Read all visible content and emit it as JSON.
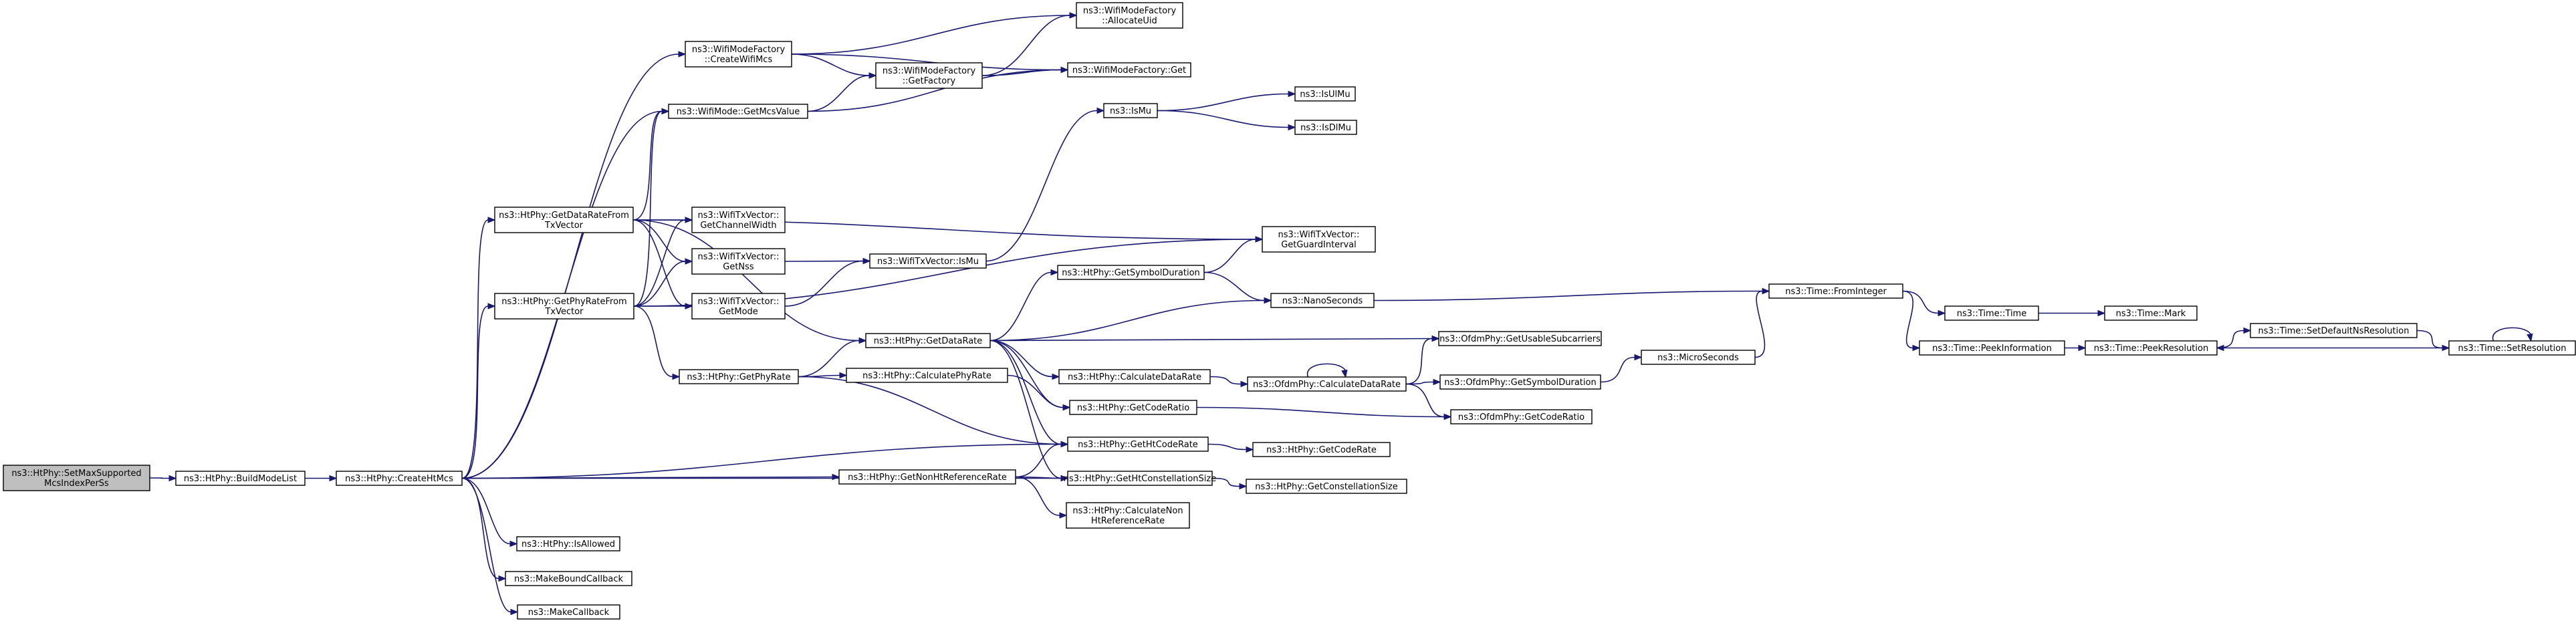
{
  "diagram": {
    "type": "call-graph",
    "colors": {
      "edge": "#191970",
      "node_fill": "#ffffff",
      "root_fill": "#bfbfbf",
      "border": "#000000"
    },
    "nodes": [
      {
        "id": "setmax",
        "root": true,
        "lines": [
          "ns3::HtPhy::SetMaxSupported",
          "McsIndexPerSs"
        ]
      },
      {
        "id": "buildmodelist",
        "lines": [
          "ns3::HtPhy::BuildModeList"
        ]
      },
      {
        "id": "createhtmcs",
        "lines": [
          "ns3::HtPhy::CreateHtMcs"
        ]
      },
      {
        "id": "wmf_createwifimcs",
        "lines": [
          "ns3::WifiModeFactory",
          "::CreateWifiMcs"
        ]
      },
      {
        "id": "wm_getmcsvalue",
        "lines": [
          "ns3::WifiMode::GetMcsValue"
        ]
      },
      {
        "id": "getdataratefromtx",
        "lines": [
          "ns3::HtPhy::GetDataRateFrom",
          "TxVector"
        ]
      },
      {
        "id": "getphyratefromtx",
        "lines": [
          "ns3::HtPhy::GetPhyRateFrom",
          "TxVector"
        ]
      },
      {
        "id": "getphyrate",
        "lines": [
          "ns3::HtPhy::GetPhyRate"
        ]
      },
      {
        "id": "isallowed",
        "lines": [
          "ns3::HtPhy::IsAllowed"
        ]
      },
      {
        "id": "makeboundcallback",
        "lines": [
          "ns3::MakeBoundCallback"
        ]
      },
      {
        "id": "makecallback",
        "lines": [
          "ns3::MakeCallback"
        ]
      },
      {
        "id": "wmf_allocateuid",
        "lines": [
          "ns3::WifiModeFactory",
          "::AllocateUid"
        ]
      },
      {
        "id": "wmf_getfactory",
        "lines": [
          "ns3::WifiModeFactory",
          "::GetFactory"
        ]
      },
      {
        "id": "wmf_get",
        "lines": [
          "ns3::WifiModeFactory::Get"
        ]
      },
      {
        "id": "txv_getchannelwidth",
        "lines": [
          "ns3::WifiTxVector::",
          "GetChannelWidth"
        ]
      },
      {
        "id": "txv_getnss",
        "lines": [
          "ns3::WifiTxVector::",
          "GetNss"
        ]
      },
      {
        "id": "txv_getmode",
        "lines": [
          "ns3::WifiTxVector::",
          "GetMode"
        ]
      },
      {
        "id": "txv_ismu",
        "lines": [
          "ns3::WifiTxVector::IsMu"
        ]
      },
      {
        "id": "ismu",
        "lines": [
          "ns3::IsMu"
        ]
      },
      {
        "id": "isulmu",
        "lines": [
          "ns3::IsUlMu"
        ]
      },
      {
        "id": "isdlmu",
        "lines": [
          "ns3::IsDlMu"
        ]
      },
      {
        "id": "txv_getguardinterval",
        "lines": [
          "ns3::WifiTxVector::",
          "GetGuardInterval"
        ]
      },
      {
        "id": "getsymbolduration",
        "lines": [
          "ns3::HtPhy::GetSymbolDuration"
        ]
      },
      {
        "id": "getdatarate",
        "lines": [
          "ns3::HtPhy::GetDataRate"
        ]
      },
      {
        "id": "calculatephyrate",
        "lines": [
          "ns3::HtPhy::CalculatePhyRate"
        ]
      },
      {
        "id": "getnonhtreferencerate",
        "lines": [
          "ns3::HtPhy::GetNonHtReferenceRate"
        ]
      },
      {
        "id": "nanoseconds",
        "lines": [
          "ns3::NanoSeconds"
        ]
      },
      {
        "id": "calculatedatarate",
        "lines": [
          "ns3::HtPhy::CalculateDataRate"
        ]
      },
      {
        "id": "getcoderatio",
        "lines": [
          "ns3::HtPhy::GetCodeRatio"
        ]
      },
      {
        "id": "gethtcoderate",
        "lines": [
          "ns3::HtPhy::GetHtCodeRate"
        ]
      },
      {
        "id": "gethtconstellationsize",
        "lines": [
          "ns3::HtPhy::GetHtConstellationSize"
        ]
      },
      {
        "id": "calculatenonhtreferencerate",
        "lines": [
          "ns3::HtPhy::CalculateNon",
          "HtReferenceRate"
        ]
      },
      {
        "id": "ofdm_getusablesubcarriers",
        "lines": [
          "ns3::OfdmPhy::GetUsableSubcarriers"
        ]
      },
      {
        "id": "ofdm_calculatedatarate",
        "lines": [
          "ns3::OfdmPhy::CalculateDataRate"
        ]
      },
      {
        "id": "ofdm_getsymbolduration",
        "lines": [
          "ns3::OfdmPhy::GetSymbolDuration"
        ]
      },
      {
        "id": "ofdm_getcoderatio",
        "lines": [
          "ns3::OfdmPhy::GetCodeRatio"
        ]
      },
      {
        "id": "getcoderate",
        "lines": [
          "ns3::HtPhy::GetCodeRate"
        ]
      },
      {
        "id": "getconstellationsize",
        "lines": [
          "ns3::HtPhy::GetConstellationSize"
        ]
      },
      {
        "id": "microseconds",
        "lines": [
          "ns3::MicroSeconds"
        ]
      },
      {
        "id": "time_frominteger",
        "lines": [
          "ns3::Time::FromInteger"
        ]
      },
      {
        "id": "time_time",
        "lines": [
          "ns3::Time::Time"
        ]
      },
      {
        "id": "time_peekinformation",
        "lines": [
          "ns3::Time::PeekInformation"
        ]
      },
      {
        "id": "time_mark",
        "lines": [
          "ns3::Time::Mark"
        ]
      },
      {
        "id": "time_peekresolution",
        "lines": [
          "ns3::Time::PeekResolution"
        ]
      },
      {
        "id": "time_setdefaultnsresolution",
        "lines": [
          "ns3::Time::SetDefaultNsResolution"
        ]
      },
      {
        "id": "time_setresolution",
        "lines": [
          "ns3::Time::SetResolution"
        ]
      }
    ],
    "edges": [
      [
        "setmax",
        "buildmodelist"
      ],
      [
        "buildmodelist",
        "createhtmcs"
      ],
      [
        "createhtmcs",
        "wmf_createwifimcs"
      ],
      [
        "createhtmcs",
        "wm_getmcsvalue"
      ],
      [
        "createhtmcs",
        "getdataratefromtx"
      ],
      [
        "createhtmcs",
        "getphyratefromtx"
      ],
      [
        "createhtmcs",
        "gethtcoderate"
      ],
      [
        "createhtmcs",
        "getnonhtreferencerate"
      ],
      [
        "createhtmcs",
        "gethtconstellationsize"
      ],
      [
        "createhtmcs",
        "isallowed"
      ],
      [
        "createhtmcs",
        "makeboundcallback"
      ],
      [
        "createhtmcs",
        "makecallback"
      ],
      [
        "wmf_createwifimcs",
        "wmf_allocateuid"
      ],
      [
        "wmf_createwifimcs",
        "wmf_getfactory"
      ],
      [
        "wmf_createwifimcs",
        "wmf_get"
      ],
      [
        "wmf_getfactory",
        "wmf_allocateuid"
      ],
      [
        "wmf_getfactory",
        "wmf_get"
      ],
      [
        "wm_getmcsvalue",
        "wmf_getfactory"
      ],
      [
        "wm_getmcsvalue",
        "wmf_get"
      ],
      [
        "getdataratefromtx",
        "wm_getmcsvalue"
      ],
      [
        "getdataratefromtx",
        "txv_getchannelwidth"
      ],
      [
        "getdataratefromtx",
        "txv_getnss"
      ],
      [
        "getdataratefromtx",
        "txv_getmode"
      ],
      [
        "getdataratefromtx",
        "txv_getguardinterval"
      ],
      [
        "getdataratefromtx",
        "getdatarate"
      ],
      [
        "getphyratefromtx",
        "wm_getmcsvalue"
      ],
      [
        "getphyratefromtx",
        "txv_getchannelwidth"
      ],
      [
        "getphyratefromtx",
        "txv_getnss"
      ],
      [
        "getphyratefromtx",
        "txv_getmode"
      ],
      [
        "getphyratefromtx",
        "txv_getguardinterval"
      ],
      [
        "getphyratefromtx",
        "getphyrate"
      ],
      [
        "txv_getnss",
        "txv_ismu"
      ],
      [
        "txv_getmode",
        "txv_ismu"
      ],
      [
        "txv_ismu",
        "ismu"
      ],
      [
        "ismu",
        "isulmu"
      ],
      [
        "ismu",
        "isdlmu"
      ],
      [
        "getphyrate",
        "getdatarate"
      ],
      [
        "getphyrate",
        "calculatephyrate"
      ],
      [
        "getphyrate",
        "gethtcoderate"
      ],
      [
        "calculatephyrate",
        "getcoderatio"
      ],
      [
        "getdatarate",
        "getsymbolduration"
      ],
      [
        "getdatarate",
        "nanoseconds"
      ],
      [
        "getdatarate",
        "ofdm_getusablesubcarriers"
      ],
      [
        "getdatarate",
        "calculatedatarate"
      ],
      [
        "getdatarate",
        "getcoderatio"
      ],
      [
        "getdatarate",
        "gethtcoderate"
      ],
      [
        "getdatarate",
        "gethtconstellationsize"
      ],
      [
        "getsymbolduration",
        "txv_getguardinterval"
      ],
      [
        "getsymbolduration",
        "nanoseconds"
      ],
      [
        "calculatedatarate",
        "ofdm_calculatedatarate"
      ],
      [
        "ofdm_calculatedatarate",
        "ofdm_calculatedatarate"
      ],
      [
        "ofdm_calculatedatarate",
        "ofdm_getusablesubcarriers"
      ],
      [
        "ofdm_calculatedatarate",
        "ofdm_getsymbolduration"
      ],
      [
        "ofdm_calculatedatarate",
        "ofdm_getcoderatio"
      ],
      [
        "getcoderatio",
        "ofdm_getcoderatio"
      ],
      [
        "gethtcoderate",
        "getcoderate"
      ],
      [
        "gethtconstellationsize",
        "getconstellationsize"
      ],
      [
        "getnonhtreferencerate",
        "gethtcoderate"
      ],
      [
        "getnonhtreferencerate",
        "gethtconstellationsize"
      ],
      [
        "getnonhtreferencerate",
        "calculatenonhtreferencerate"
      ],
      [
        "ofdm_getsymbolduration",
        "microseconds"
      ],
      [
        "microseconds",
        "time_frominteger"
      ],
      [
        "nanoseconds",
        "time_frominteger"
      ],
      [
        "time_frominteger",
        "time_time"
      ],
      [
        "time_frominteger",
        "time_peekinformation"
      ],
      [
        "time_time",
        "time_mark"
      ],
      [
        "time_peekinformation",
        "time_peekresolution"
      ],
      [
        "time_peekresolution",
        "time_setdefaultnsresolution"
      ],
      [
        "time_setdefaultnsresolution",
        "time_setresolution"
      ],
      [
        "time_setresolution",
        "time_peekresolution"
      ],
      [
        "time_setresolution",
        "time_setresolution"
      ]
    ]
  }
}
